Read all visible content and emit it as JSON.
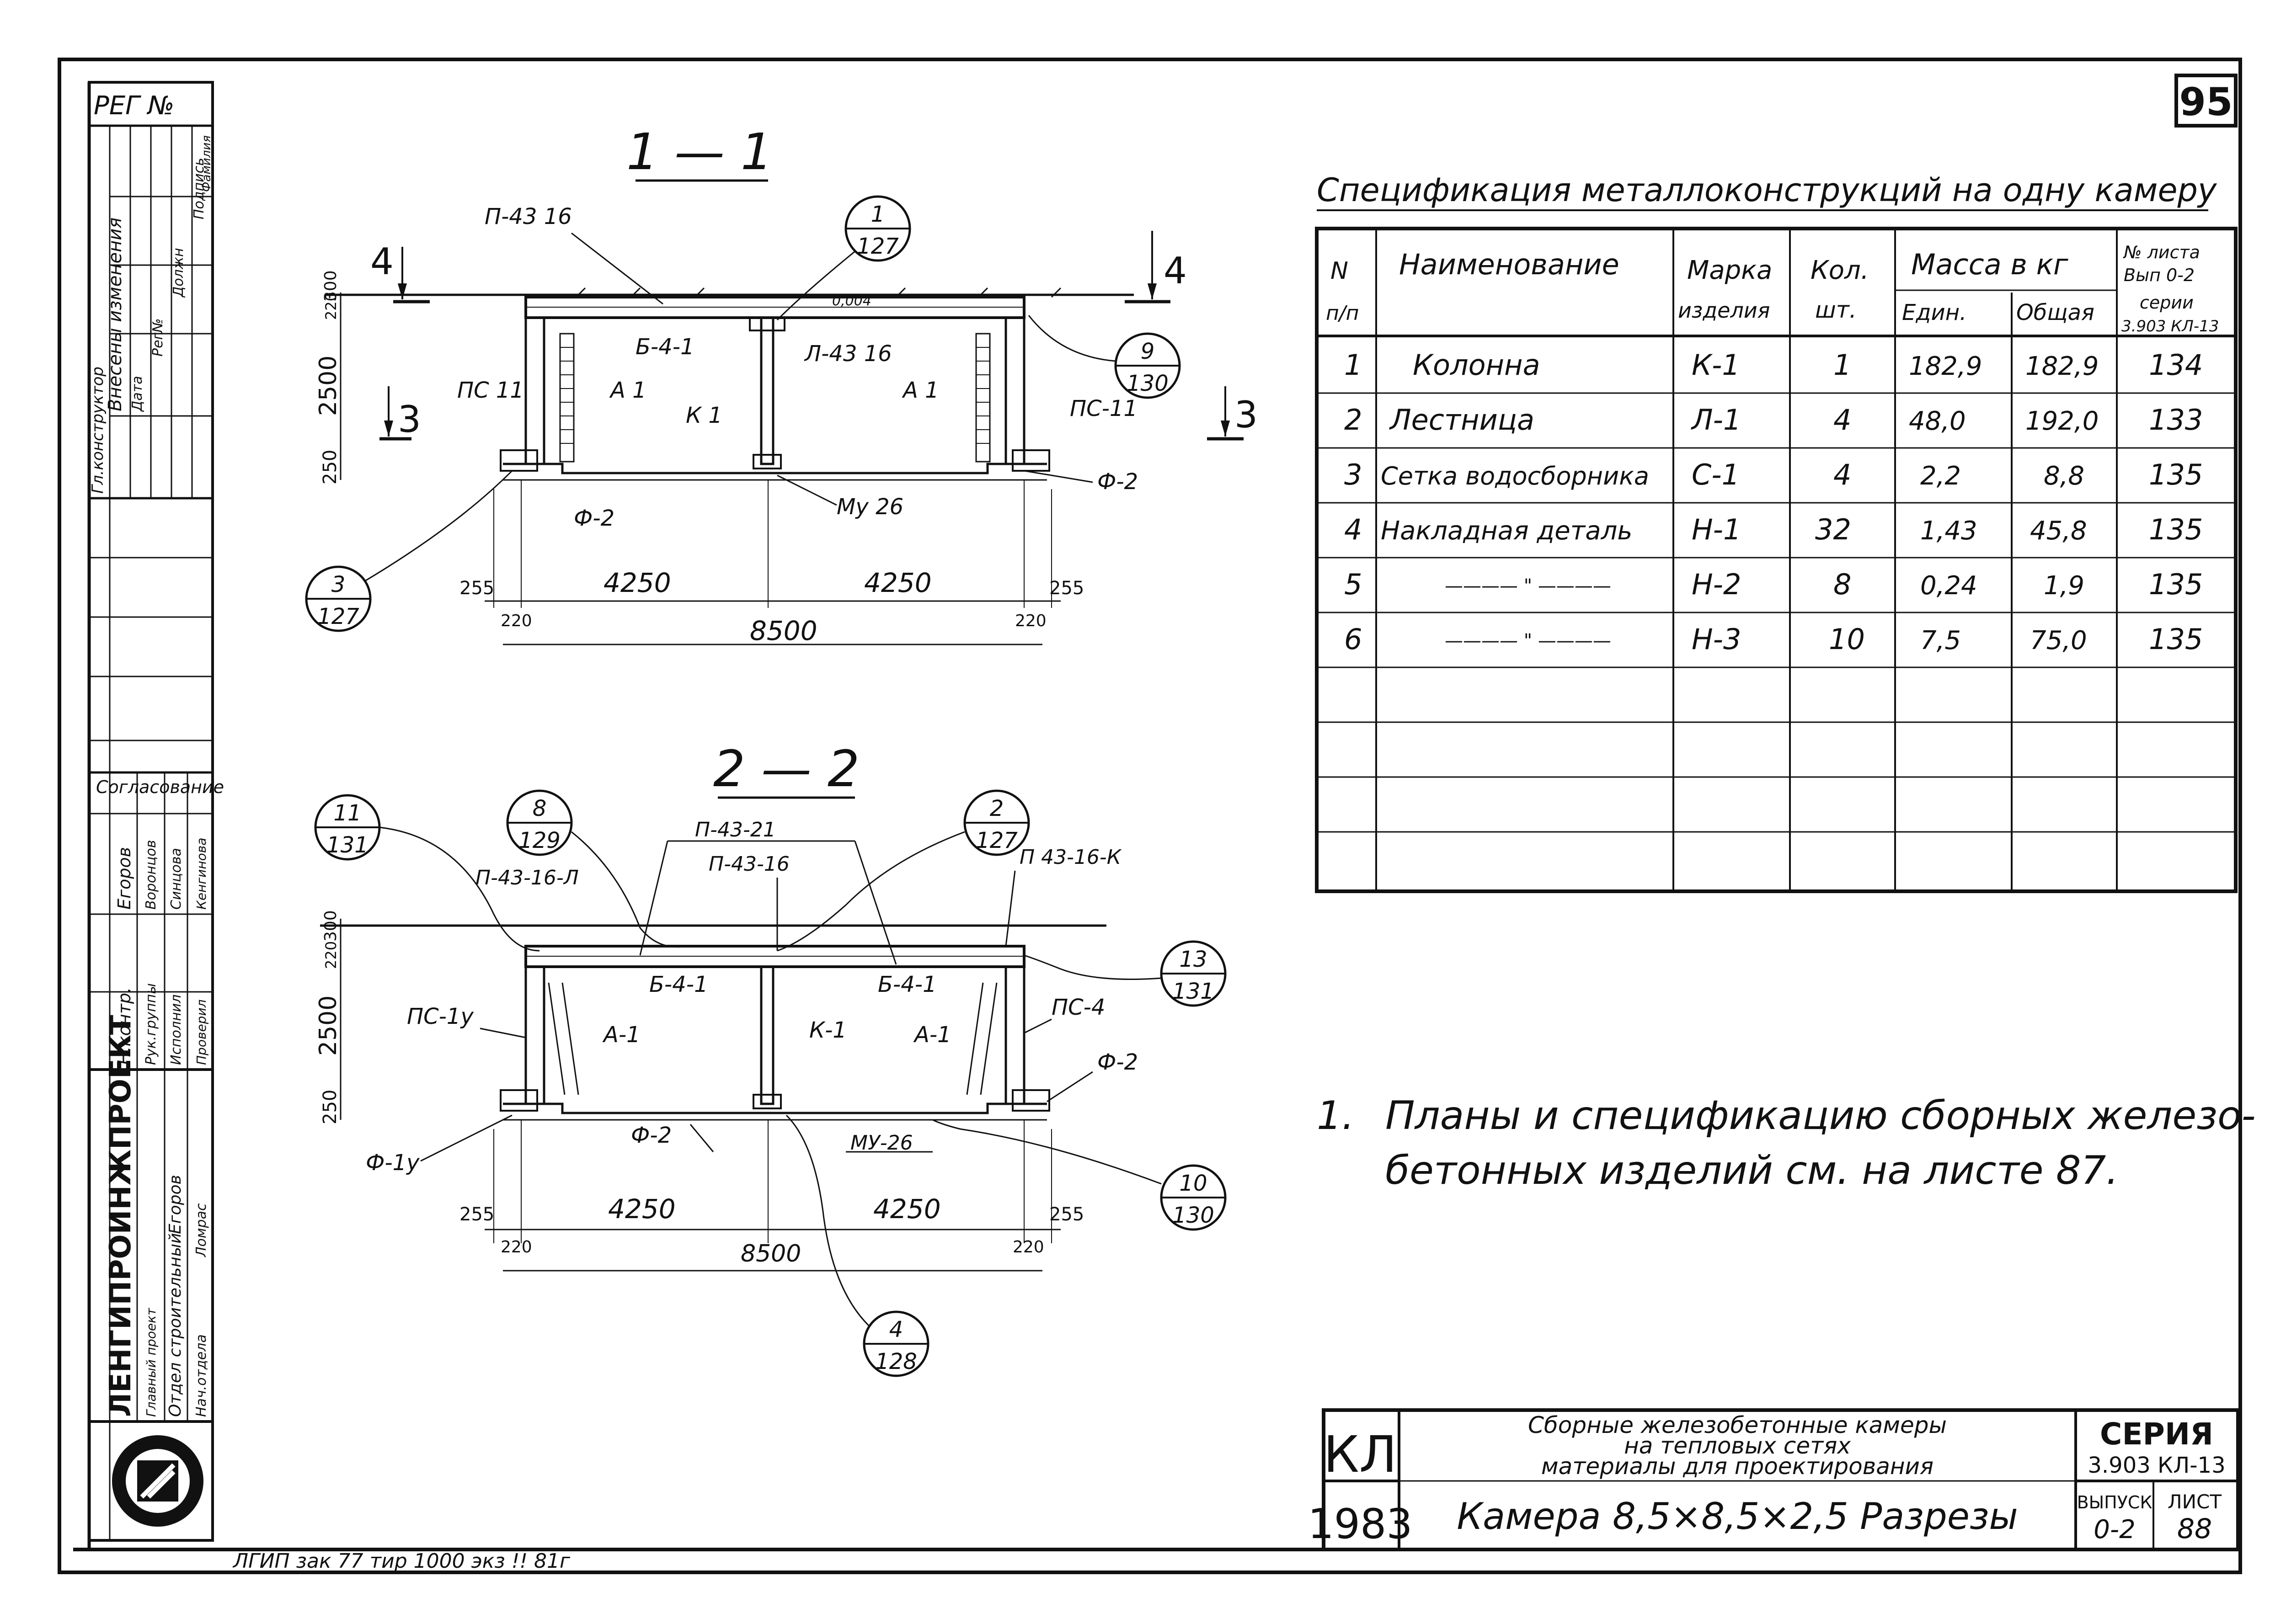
{
  "sheet_number": "95",
  "reg_label": "РЕГ №",
  "revision_block": {
    "header": "Внесены изменения",
    "columns": [
      "Дата",
      "Рег№",
      "Должн",
      "Подпись",
      "Фамилия"
    ],
    "stamp": "Гл.конструктор"
  },
  "approval_block": {
    "header": "Согласование",
    "rows": [
      {
        "role": "Н.контр.",
        "name": "Егоров"
      },
      {
        "role": "Рук.группы",
        "name": "Воронцов"
      },
      {
        "role": "Исполнил",
        "name": "Синцова"
      },
      {
        "role": "Проверил",
        "name": "Кенгинова"
      }
    ]
  },
  "org_block": {
    "name": "ЛЕНГИПРОИНЖПРОЕКТ",
    "rows": [
      {
        "role": "Главный проект",
        "name": ""
      },
      {
        "role": "Отдел строительный",
        "name": "Егоров"
      },
      {
        "role": "Нач.отдела",
        "name": "Ломрас"
      }
    ]
  },
  "print_note": "ЛГИП зак 77 тир 1000 экз !! 81г",
  "sections": {
    "s11": {
      "title": "1 — 1",
      "labels": {
        "p43_16_top": "П-43 16",
        "b41": "Б-4-1",
        "l4316": "Л-43 16",
        "ps11_left": "ПС 11",
        "ps11_right": "ПС-11",
        "a1_left": "А 1",
        "a1_right": "А 1",
        "k1": "К 1",
        "f2_left": "Ф-2",
        "f2_right": "Ф-2",
        "mu26": "Му 26",
        "elev_note": "0,004",
        "cut4_left": "4",
        "cut4_right": "4",
        "cut3_left": "3",
        "cut3_right": "3"
      },
      "dims": {
        "d300": "300",
        "d220": "220",
        "d2500": "2500",
        "d250": "250",
        "d255_l": "255",
        "d220_l": "220",
        "d4250_a": "4250",
        "d4250_b": "4250",
        "d255_r": "255",
        "d220_r": "220",
        "d8500": "8500"
      },
      "callouts": [
        {
          "num": "1",
          "sheet": "127"
        },
        {
          "num": "9",
          "sheet": "130"
        },
        {
          "num": "3",
          "sheet": "127"
        }
      ]
    },
    "s22": {
      "title": "2 — 2",
      "labels": {
        "p43_21": "П-43-21",
        "p43_16": "П-43-16",
        "p43_16_l": "П-43-16-Л",
        "p43_16_k": "П 43-16-К",
        "b41_l": "Б-4-1",
        "b41_r": "Б-4-1",
        "ps1u": "ПС-1у",
        "ps4": "ПС-4",
        "a1_l": "А-1",
        "a1_r": "А-1",
        "k1": "К-1",
        "f2_r": "Ф-2",
        "f2_b": "Ф-2",
        "f1u": "Ф-1у",
        "mu26": "МУ-26"
      },
      "dims": {
        "d300": "300",
        "d220": "220",
        "d2500": "2500",
        "d250": "250",
        "d255_l": "255",
        "d220_l": "220",
        "d4250_a": "4250",
        "d4250_b": "4250",
        "d255_r": "255",
        "d220_r": "220",
        "d8500": "8500"
      },
      "callouts": [
        {
          "num": "11",
          "sheet": "131"
        },
        {
          "num": "8",
          "sheet": "129"
        },
        {
          "num": "2",
          "sheet": "127"
        },
        {
          "num": "13",
          "sheet": "131"
        },
        {
          "num": "10",
          "sheet": "130"
        },
        {
          "num": "4",
          "sheet": "128"
        }
      ]
    }
  },
  "spec_table": {
    "title": "Спецификация металлоконструкций на одну камеру",
    "headers": {
      "n": "N",
      "n2": "п/п",
      "name": "Наименование",
      "mark1": "Марка",
      "mark2": "изделия",
      "qty1": "Кол.",
      "qty2": "шт.",
      "mass": "Масса в кг",
      "unit": "Един.",
      "total": "Общая",
      "sheet1": "№ листа",
      "sheet2": "Вып 0-2",
      "sheet3": "серии",
      "sheet4": "3.903 КЛ-13"
    },
    "rows": [
      {
        "n": "1",
        "name": "Колонна",
        "mark": "К-1",
        "qty": "1",
        "unit": "182,9",
        "total": "182,9",
        "sheet": "134"
      },
      {
        "n": "2",
        "name": "Лестница",
        "mark": "Л-1",
        "qty": "4",
        "unit": "48,0",
        "total": "192,0",
        "sheet": "133"
      },
      {
        "n": "3",
        "name": "Сетка водосборника",
        "mark": "С-1",
        "qty": "4",
        "unit": "2,2",
        "total": "8,8",
        "sheet": "135"
      },
      {
        "n": "4",
        "name": "Накладная деталь",
        "mark": "Н-1",
        "qty": "32",
        "unit": "1,43",
        "total": "45,8",
        "sheet": "135"
      },
      {
        "n": "5",
        "name": "———— \" ————",
        "mark": "Н-2",
        "qty": "8",
        "unit": "0,24",
        "total": "1,9",
        "sheet": "135"
      },
      {
        "n": "6",
        "name": "———— \" ————",
        "mark": "Н-3",
        "qty": "10",
        "unit": "7,5",
        "total": "75,0",
        "sheet": "135"
      }
    ]
  },
  "note": {
    "num": "1.",
    "line1": "Планы и спецификацию сборных железо-",
    "line2": "бетонных изделий см. на листе 87."
  },
  "title_block": {
    "code": "КЛ",
    "year": "1983",
    "desc1": "Сборные железобетонные камеры",
    "desc2": "на тепловых сетях",
    "desc3": "материалы для проектирования",
    "subject": "Камера 8,5×8,5×2,5 Разрезы",
    "series_label": "СЕРИЯ",
    "series_value": "3.903 КЛ-13",
    "issue_label": "ВЫПУСК",
    "issue_value": "0-2",
    "sheet_label": "ЛИСТ",
    "sheet_value": "88"
  }
}
